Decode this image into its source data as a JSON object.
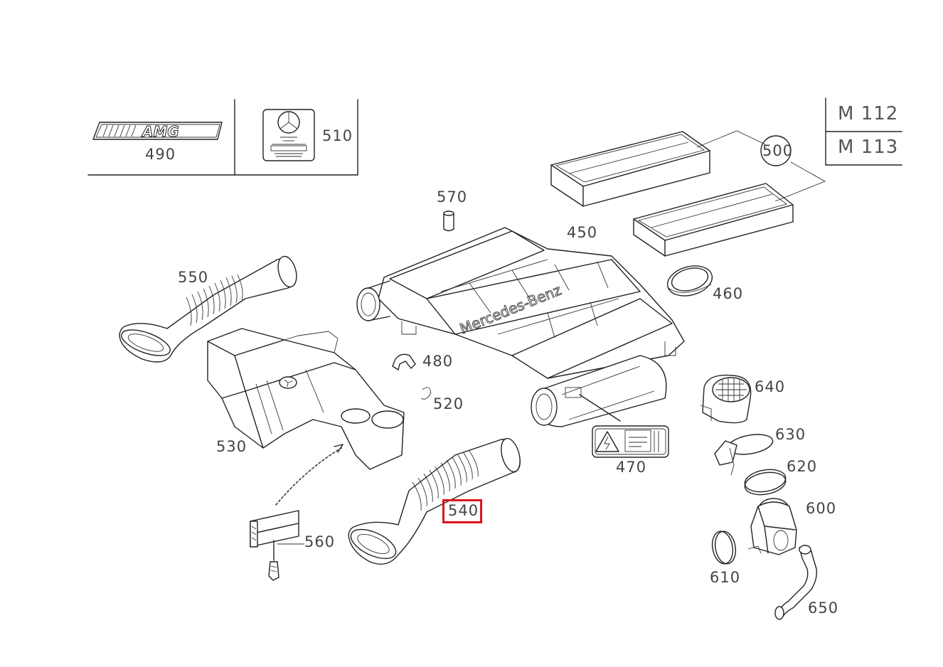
{
  "engines": [
    "M 112",
    "M 113"
  ],
  "parts": {
    "p450": "450",
    "p460": "460",
    "p470": "470",
    "p480": "480",
    "p490": "490",
    "p500": "500",
    "p510": "510",
    "p520": "520",
    "p530": "530",
    "p540": "540",
    "p550": "550",
    "p560": "560",
    "p570": "570",
    "p600": "600",
    "p610": "610",
    "p620": "620",
    "p630": "630",
    "p640": "640",
    "p650": "650"
  },
  "emblem_text": "AMG",
  "housing_text": "Mercedes-Benz",
  "highlight": {
    "part": "540",
    "color": "#e0141e"
  },
  "icons": [
    "amg-emblem-icon",
    "amg-plate-icon",
    "air-filter-element-icon",
    "air-filter-housing-icon",
    "warning-label-icon",
    "air-duct-icon",
    "mass-air-flow-sensor-icon",
    "hose-icon",
    "clamp-icon"
  ]
}
